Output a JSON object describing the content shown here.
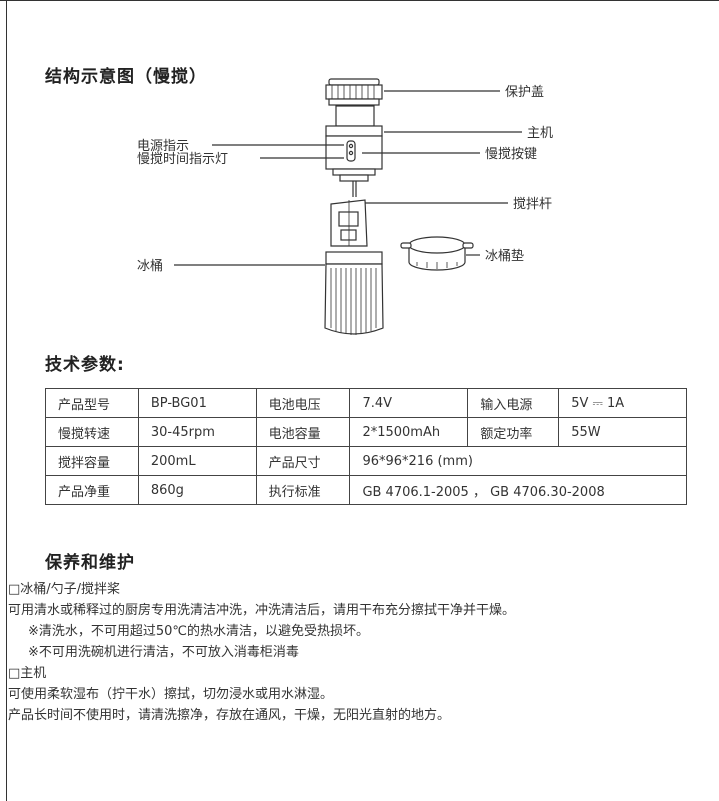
{
  "section_structure": {
    "title": "结构示意图（慢搅）"
  },
  "diagram_labels": {
    "cap": "保护盖",
    "host": "主机",
    "button": "慢搅按键",
    "power_indicator": "电源指示",
    "timer_light": "慢搅时间指示灯",
    "stir_rod": "搅拌杆",
    "bucket_pad": "冰桶垫",
    "bucket": "冰桶"
  },
  "section_specs": {
    "title": "技术参数:"
  },
  "specs": {
    "r1": [
      "产品型号",
      "BP-BG01",
      "电池电压",
      "7.4V",
      "输入电源",
      "5V ⎓ 1A"
    ],
    "r2": [
      "慢搅转速",
      "30-45rpm",
      "电池容量",
      "2*1500mAh",
      "额定功率",
      "55W"
    ],
    "r3": [
      "搅拌容量",
      "200mL",
      "产品尺寸",
      "96*96*216 (mm)"
    ],
    "r4": [
      "产品净重",
      "860g",
      "执行标准",
      "GB 4706.1-2005 ， GB 4706.30-2008"
    ]
  },
  "section_care": {
    "title": "保养和维护"
  },
  "care": [
    "□冰桶/勺子/搅拌桨",
    "可用清水或稀释过的厨房专用洗清洁冲洗，冲洗清洁后，请用干布充分擦拭干净并干燥。",
    "※清洗水，不可用超过50℃的热水清洁，以避免受热损坏。",
    "※不可用洗碗机进行清洁，不可放入消毒柜消毒",
    "□主机",
    "可使用柔软湿布（拧干水）擦拭，切勿浸水或用水淋湿。",
    "产品长时间不使用时，请清洗擦净，存放在通风，干燥，无阳光直射的地方。"
  ]
}
